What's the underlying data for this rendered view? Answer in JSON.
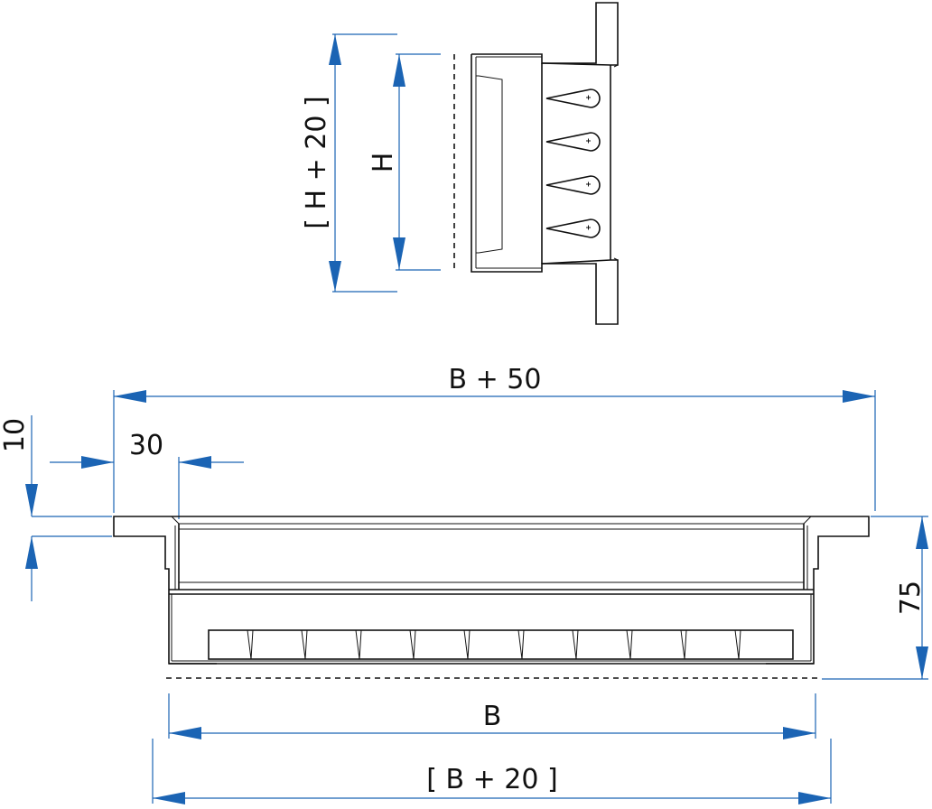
{
  "labels": {
    "h_plus_20": "[ H + 20 ]",
    "h": "H",
    "b_plus_50": "B + 50",
    "thirty": "30",
    "ten": "10",
    "seventy_five": "75",
    "b": "B",
    "b_plus_20": "[ B + 20 ]"
  },
  "colors": {
    "dimension": "#1b64b4",
    "object": "#111111"
  }
}
